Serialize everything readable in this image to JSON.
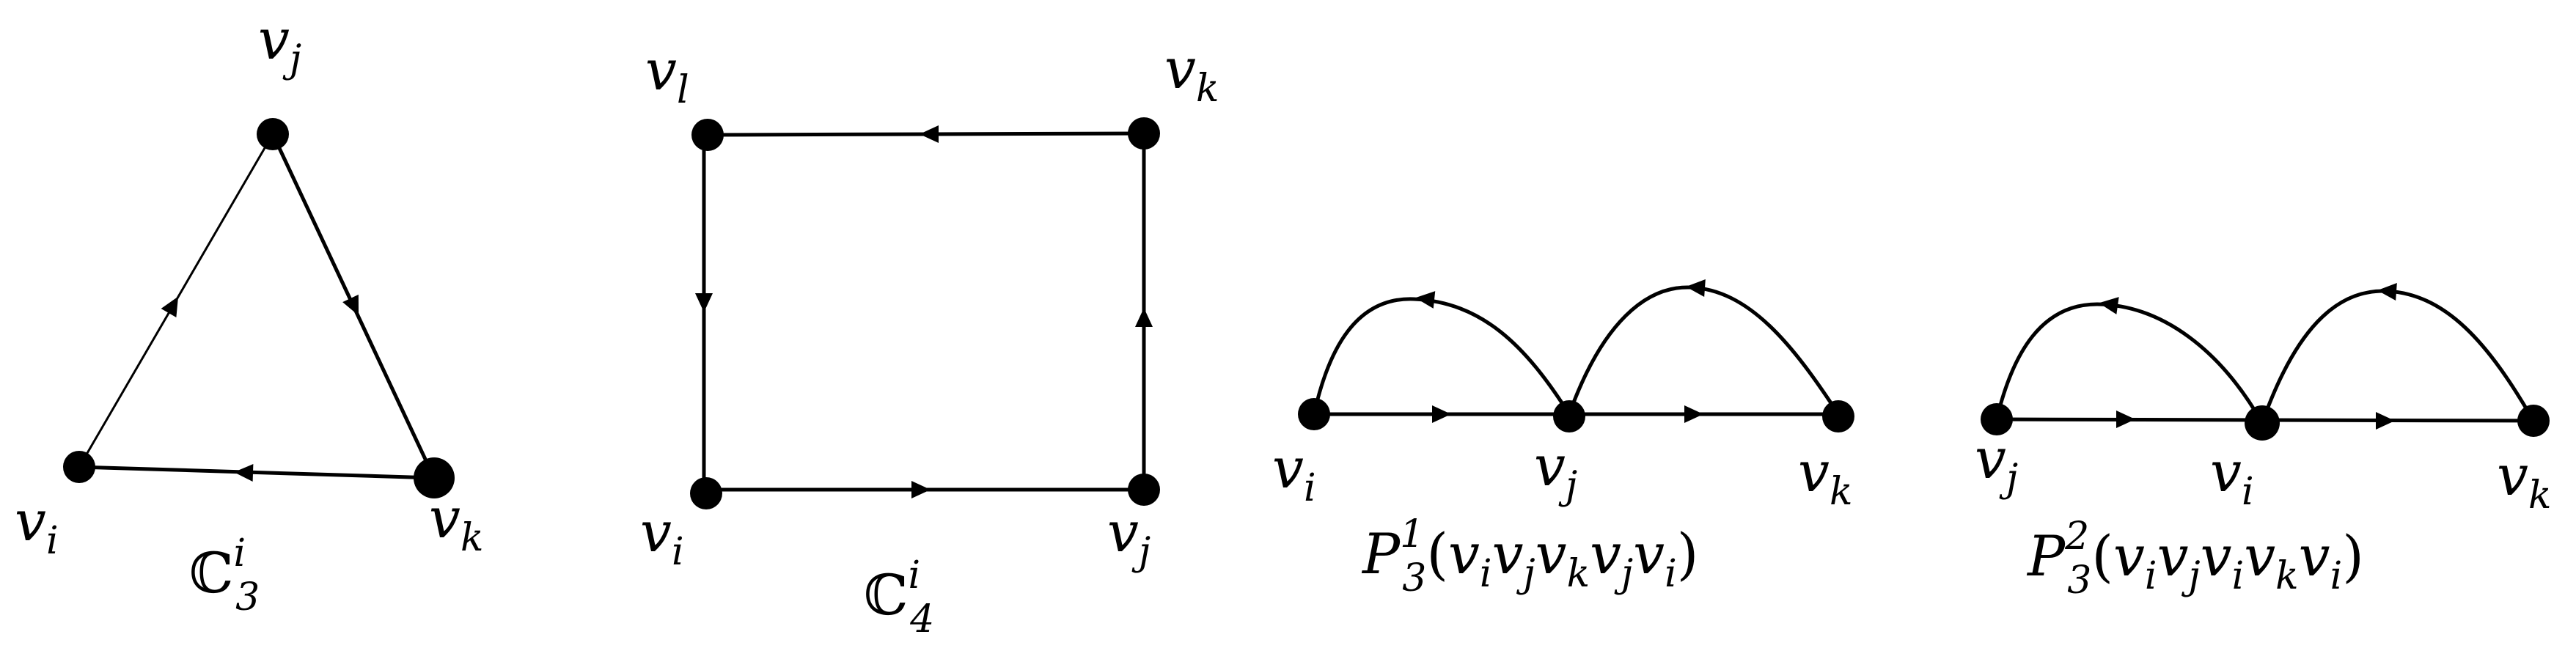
{
  "diagrams": [
    {
      "id": "c3",
      "caption": {
        "base": "ℂ",
        "sup": "i",
        "sub": "3"
      },
      "vertices": [
        {
          "id": "vj",
          "label": "v",
          "sub": "j"
        },
        {
          "id": "vi",
          "label": "v",
          "sub": "i"
        },
        {
          "id": "vk",
          "label": "v",
          "sub": "k"
        }
      ]
    },
    {
      "id": "c4",
      "caption": {
        "base": "ℂ",
        "sup": "i",
        "sub": "4"
      },
      "vertices": [
        {
          "id": "vl",
          "label": "v",
          "sub": "l"
        },
        {
          "id": "vk",
          "label": "v",
          "sub": "k"
        },
        {
          "id": "vi",
          "label": "v",
          "sub": "i"
        },
        {
          "id": "vj",
          "label": "v",
          "sub": "j"
        }
      ]
    },
    {
      "id": "p3-1",
      "caption": {
        "base": "P",
        "sup": "1",
        "sub": "3",
        "walk": "(v_i v_j v_k v_j v_i)"
      },
      "vertices": [
        {
          "id": "vi",
          "label": "v",
          "sub": "i"
        },
        {
          "id": "vj",
          "label": "v",
          "sub": "j"
        },
        {
          "id": "vk",
          "label": "v",
          "sub": "k"
        }
      ]
    },
    {
      "id": "p3-2",
      "caption": {
        "base": "P",
        "sup": "2",
        "sub": "3",
        "walk": "(v_i v_j v_i v_k v_i)"
      },
      "vertices": [
        {
          "id": "vj",
          "label": "v",
          "sub": "j"
        },
        {
          "id": "vi",
          "label": "v",
          "sub": "i"
        },
        {
          "id": "vk",
          "label": "v",
          "sub": "k"
        }
      ]
    }
  ]
}
